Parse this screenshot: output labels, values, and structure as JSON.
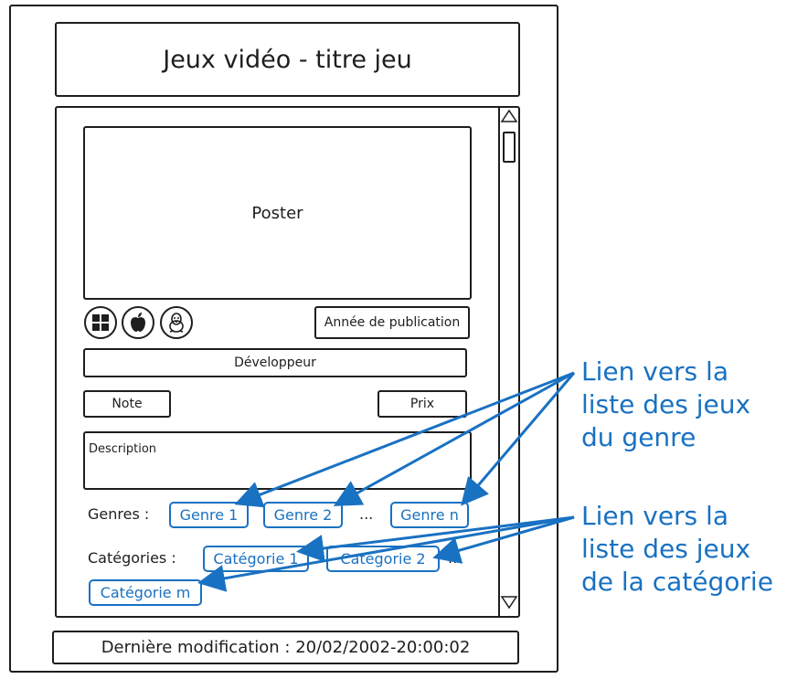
{
  "window": {
    "title": "Jeux vidéo - titre jeu",
    "footer": "Dernière modification : 20/02/2002-20:00:02"
  },
  "game": {
    "poster_label": "Poster",
    "platform_icons": [
      "windows-icon",
      "apple-icon",
      "linux-icon"
    ],
    "year_label": "Année de publication",
    "developer_label": "Développeur",
    "note_label": "Note",
    "price_label": "Prix",
    "description_label": "Description"
  },
  "genres": {
    "label": "Genres :",
    "items": [
      "Genre 1",
      "Genre 2",
      "Genre n"
    ],
    "ellipsis": "..."
  },
  "categories": {
    "label": "Catégories :",
    "items": [
      "Catégorie 1",
      "Catégorie 2",
      "Catégorie m"
    ],
    "ellipsis": "..."
  },
  "annotations": {
    "genre_note": [
      "Lien vers la",
      "liste des jeux",
      "du genre"
    ],
    "category_note": [
      "Lien vers la",
      "liste des jeux",
      "de la catégorie"
    ]
  },
  "colors": {
    "ink": "#1e1e1e",
    "link": "#1971c2",
    "background": "#ffffff"
  }
}
